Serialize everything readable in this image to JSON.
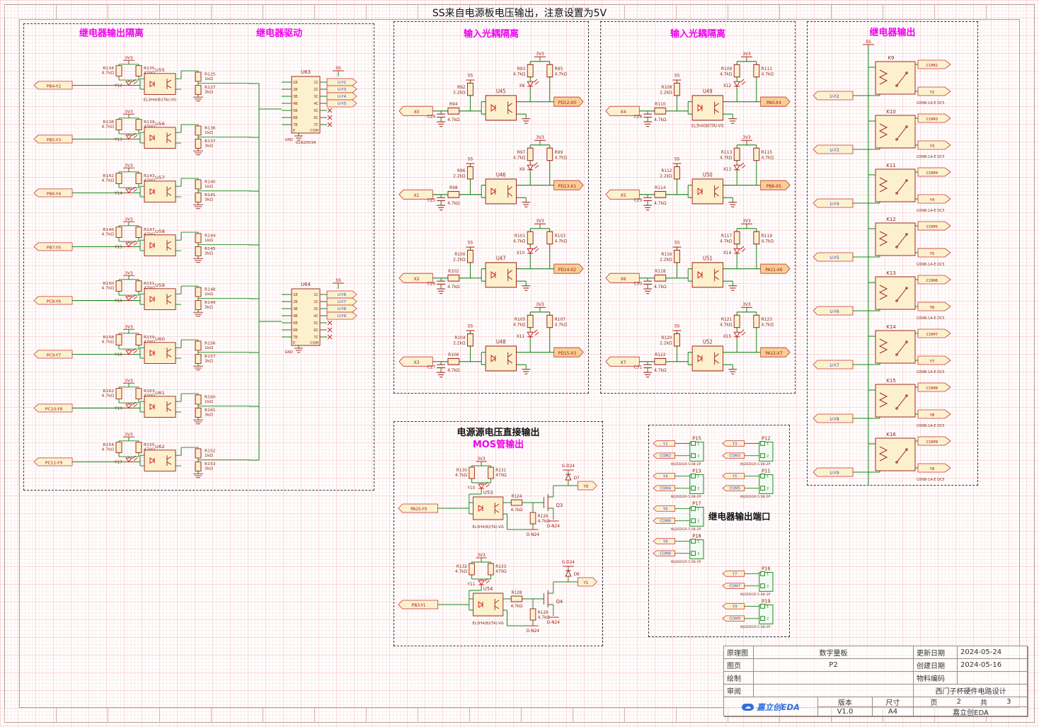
{
  "note": "SS来自电源板电压输出，注意设置为5V",
  "left_box": {
    "title_iso": "继电器输出隔离",
    "title_drv": "继电器驱动",
    "rows": [
      {
        "port": "PB4-Y2",
        "led": "Y12",
        "pwr": "3V3",
        "r1": "R134",
        "r1v": "4.7kΩ",
        "r2": "R135",
        "r2v": "470Ω",
        "opto": "U55",
        "part": "EL3H4(B)(TA)-VG",
        "r3": "R125",
        "r3v": "1kΩ",
        "r4": "R127",
        "r4v": "3kΩ"
      },
      {
        "port": "PB5-Y3",
        "led": "Y13",
        "pwr": "3V3",
        "r1": "R138",
        "r1v": "4.7kΩ",
        "r2": "R139",
        "r2v": "470Ω",
        "opto": "U56",
        "part": "",
        "r3": "R136",
        "r3v": "1kΩ",
        "r4": "R137",
        "r4v": "3kΩ"
      },
      {
        "port": "PB6-Y4",
        "led": "Y14",
        "pwr": "3V3",
        "r1": "R142",
        "r1v": "4.7kΩ",
        "r2": "R143",
        "r2v": "470Ω",
        "opto": "U57",
        "part": "",
        "r3": "R140",
        "r3v": "1kΩ",
        "r4": "R141",
        "r4v": "3kΩ"
      },
      {
        "port": "PB7-Y5",
        "led": "Y15",
        "pwr": "3V3",
        "r1": "R146",
        "r1v": "4.7kΩ",
        "r2": "R147",
        "r2v": "470Ω",
        "opto": "U58",
        "part": "",
        "r3": "R144",
        "r3v": "1kΩ",
        "r4": "R145",
        "r4v": "3kΩ"
      },
      {
        "port": "PC8-Y6",
        "led": "Y16",
        "pwr": "3V3",
        "r1": "R150",
        "r1v": "4.7kΩ",
        "r2": "R151",
        "r2v": "470Ω",
        "opto": "U59",
        "part": "",
        "r3": "R148",
        "r3v": "1kΩ",
        "r4": "R149",
        "r4v": "3kΩ"
      },
      {
        "port": "PC9-Y7",
        "led": "Y18",
        "pwr": "3V3",
        "r1": "R158",
        "r1v": "4.7kΩ",
        "r2": "R159",
        "r2v": "470Ω",
        "opto": "U60",
        "part": "",
        "r3": "R156",
        "r3v": "1kΩ",
        "r4": "R157",
        "r4v": "3kΩ"
      },
      {
        "port": "PC10-Y8",
        "led": "Y19",
        "pwr": "3V3",
        "r1": "R162",
        "r1v": "4.7kΩ",
        "r2": "R163",
        "r2v": "470Ω",
        "opto": "U61",
        "part": "",
        "r3": "R160",
        "r3v": "1kΩ",
        "r4": "R161",
        "r4v": "3kΩ"
      },
      {
        "port": "PC11-Y9",
        "led": "Y17",
        "pwr": "3V3",
        "r1": "R154",
        "r1v": "4.7kΩ",
        "r2": "R155",
        "r2v": "470Ω",
        "opto": "U62",
        "part": "",
        "r3": "R152",
        "r3v": "1kΩ",
        "r4": "R153",
        "r4v": "3kΩ"
      }
    ],
    "drivers": [
      {
        "name": "U63",
        "part": "ULN2003A",
        "pwr": "SS",
        "gnd": "GND",
        "pin_e": "E",
        "pin_com": "COM",
        "pins_l": [
          "1B",
          "2B",
          "3B",
          "4B",
          "5B",
          "6B",
          "7B"
        ],
        "pins_r": [
          "1C",
          "2C",
          "3C",
          "4C",
          "5C",
          "6C",
          "7C"
        ],
        "outs": [
          "U-Y2",
          "U-Y3",
          "U-Y4",
          "U-Y5"
        ]
      },
      {
        "name": "U64",
        "part": "",
        "pwr": "SS",
        "gnd": "GND",
        "pin_e": "E",
        "pin_com": "COM",
        "pins_l": [
          "1B",
          "2B",
          "3B",
          "4B",
          "5B",
          "6B",
          "7B"
        ],
        "pins_r": [
          "1C",
          "2C",
          "3C",
          "4C",
          "5C",
          "6C",
          "7C"
        ],
        "outs": [
          "U-Y6",
          "U-Y7",
          "U-Y8",
          "U-Y9"
        ]
      }
    ]
  },
  "opto_box1": {
    "title": "输入光耦隔离",
    "rows": [
      {
        "in": "X0",
        "cap": "C24",
        "rs": "R94",
        "rsv": "4.7kΩ",
        "rp": "R92",
        "rpv": "2.2kΩ",
        "ss": "SS",
        "pwr": "3V3",
        "ru1": "R93",
        "ru1v": "4.7kΩ",
        "ru2": "R95",
        "ru2v": "4.7kΩ",
        "opto": "U45",
        "part": "",
        "led": "X8",
        "out": "PD12-X0"
      },
      {
        "in": "X1",
        "cap": "C25",
        "rs": "R98",
        "rsv": "4.7kΩ",
        "rp": "R96",
        "rpv": "2.2kΩ",
        "ss": "SS",
        "pwr": "3V3",
        "ru1": "R97",
        "ru1v": "4.7kΩ",
        "ru2": "R99",
        "ru2v": "4.7kΩ",
        "opto": "U46",
        "part": "",
        "led": "X9",
        "out": "PD13-X1"
      },
      {
        "in": "X2",
        "cap": "C26",
        "rs": "R102",
        "rsv": "4.7kΩ",
        "rp": "R100",
        "rpv": "2.2kΩ",
        "ss": "SS",
        "pwr": "3V3",
        "ru1": "R101",
        "ru1v": "4.7kΩ",
        "ru2": "R103",
        "ru2v": "4.7kΩ",
        "opto": "U47",
        "part": "",
        "led": "X10",
        "out": "PD14-X2"
      },
      {
        "in": "X3",
        "cap": "C27",
        "rs": "R106",
        "rsv": "4.7kΩ",
        "rp": "R104",
        "rpv": "2.2kΩ",
        "ss": "SS",
        "pwr": "3V3",
        "ru1": "R105",
        "ru1v": "4.7kΩ",
        "ru2": "R107",
        "ru2v": "4.7kΩ",
        "opto": "U48",
        "part": "",
        "led": "X11",
        "out": "PD15-X3"
      }
    ]
  },
  "opto_box2": {
    "title": "输入光耦隔离",
    "rows": [
      {
        "in": "X4",
        "cap": "C28",
        "rs": "R110",
        "rsv": "4.7kΩ",
        "rp": "R108",
        "rpv": "2.2kΩ",
        "ss": "SS",
        "pwr": "3V3",
        "ru1": "R109",
        "ru1v": "4.7kΩ",
        "ru2": "R111",
        "ru2v": "4.7kΩ",
        "opto": "U49",
        "part": "EL3H4(B)(TA)-VG",
        "led": "X12",
        "out": "PA0-X4"
      },
      {
        "in": "X5",
        "cap": "C29",
        "rs": "R114",
        "rsv": "4.7kΩ",
        "rp": "R112",
        "rpv": "2.2kΩ",
        "ss": "SS",
        "pwr": "3V3",
        "ru1": "R113",
        "ru1v": "4.7kΩ",
        "ru2": "R115",
        "ru2v": "4.7kΩ",
        "opto": "U50",
        "part": "",
        "led": "X13",
        "out": "PB6-X5"
      },
      {
        "in": "X6",
        "cap": "C30",
        "rs": "R118",
        "rsv": "4.7kΩ",
        "rp": "R116",
        "rpv": "2.2kΩ",
        "ss": "SS",
        "pwr": "3V3",
        "ru1": "R117",
        "ru1v": "4.7kΩ",
        "ru2": "R119",
        "ru2v": "4.7kΩ",
        "opto": "U51",
        "part": "",
        "led": "X14",
        "out": "PA11-X6"
      },
      {
        "in": "X7",
        "cap": "C31",
        "rs": "R122",
        "rsv": "4.7kΩ",
        "rp": "R120",
        "rpv": "2.2kΩ",
        "ss": "SS",
        "pwr": "3V3",
        "ru1": "R121",
        "ru1v": "4.7kΩ",
        "ru2": "R123",
        "ru2v": "4.7kΩ",
        "opto": "U52",
        "part": "",
        "led": "X15",
        "out": "PA12-X7"
      }
    ]
  },
  "relay_box": {
    "title": "继电器输出",
    "pwr": "SS",
    "rows": [
      {
        "name": "K9",
        "part": "G5NB-1A-E DC5",
        "in": "U-Y2",
        "com": "COM2",
        "out": "Y2"
      },
      {
        "name": "K10",
        "part": "G5NB-1A-E DC5",
        "in": "U-Y3",
        "com": "COM3",
        "out": "Y3"
      },
      {
        "name": "K11",
        "part": "G5NB-1A-E DC5",
        "in": "U-Y4",
        "com": "COM4",
        "out": "Y4"
      },
      {
        "name": "K12",
        "part": "G5NB-1A-E DC5",
        "in": "U-Y5",
        "com": "COM5",
        "out": "Y5"
      },
      {
        "name": "K13",
        "part": "G5NB-1A-E DC5",
        "in": "U-Y6",
        "com": "COM6",
        "out": "Y6"
      },
      {
        "name": "K14",
        "part": "G5NB-1A-E DC5",
        "in": "U-Y7",
        "com": "COM7",
        "out": "Y7"
      },
      {
        "name": "K15",
        "part": "G5NB-1A-E DC5",
        "in": "U-Y8",
        "com": "COM8",
        "out": "Y8"
      },
      {
        "name": "K16",
        "part": "G5NB-1A-E DC5",
        "in": "U-Y9",
        "com": "COM9",
        "out": "Y9"
      }
    ]
  },
  "mos_box": {
    "title": "电源源电压直接输出",
    "subtitle": "MOS管输出",
    "rows": [
      {
        "port": "PA15-Y0",
        "led": "Y10",
        "pwr": "3V3",
        "r1": "R130",
        "r1v": "4.7kΩ",
        "r2": "R131",
        "r2v": "470Ω",
        "opto": "U53",
        "part": "EL3H4(B)(TA)-VG",
        "rg": "R124",
        "rgv": "4.7kΩ",
        "rp": "R126",
        "rpv": "4.7kΩ",
        "q": "Q3",
        "d": "D7",
        "vtop": "G-D24",
        "vbot": "D-N24",
        "out": "Y0"
      },
      {
        "port": "PB3-Y1",
        "led": "Y11",
        "pwr": "3V3",
        "r1": "R132",
        "r1v": "4.7kΩ",
        "r2": "R133",
        "r2v": "470Ω",
        "opto": "U54",
        "part": "EL3H4(B)(TA)-VG",
        "rg": "R128",
        "rgv": "4.7kΩ",
        "rp": "R129",
        "rpv": "4.7kΩ",
        "q": "Q4",
        "d": "D8",
        "vtop": "G-D24",
        "vbot": "D-N24",
        "out": "Y1"
      }
    ]
  },
  "conn_box": {
    "title": "继电器输出端口",
    "pin1": "1",
    "pin2": "2",
    "left": [
      {
        "name": "P15",
        "part": "WJ2EDGR-5.08-2P",
        "net1": "Y2",
        "net2": "COM2"
      },
      {
        "name": "P13",
        "part": "WJ2EDGR-5.08-2P",
        "net1": "Y4",
        "net2": "COM4"
      },
      {
        "name": "P17",
        "part": "WJ2EDGR-5.08-2P",
        "net1": "Y6",
        "net2": "COM6"
      },
      {
        "name": "P18",
        "part": "WJ2EDGR-5.08-2P",
        "net1": "Y8",
        "net2": "COM8"
      }
    ],
    "right_top": [
      {
        "name": "P12",
        "part": "WJ2EDGR-5.08-2P",
        "net1": "Y3",
        "net2": "COM3"
      },
      {
        "name": "P11",
        "part": "WJ2EDGR-5.08-2P",
        "net1": "Y5",
        "net2": "COM5"
      }
    ],
    "right_bottom": [
      {
        "name": "P16",
        "part": "WJ2EDGR-5.08-2P",
        "net1": "Y7",
        "net2": "COM7"
      },
      {
        "name": "P19",
        "part": "WJ2EDGR-5.08-2P",
        "net1": "Y9",
        "net2": "COM9"
      }
    ]
  },
  "title_block": {
    "r1l": "原理图",
    "r1v": "数字量板",
    "r1rl": "更新日期",
    "r1rv": "2024-05-24",
    "r2l": "图页",
    "r2v": "P2",
    "r2rl": "创建日期",
    "r2rv": "2024-05-16",
    "r3l": "绘制",
    "r3v": "",
    "r3rl": "物料编码",
    "r3rv": "",
    "r4l": "审阅",
    "r4v": "",
    "project": "西门子杯硬件电路设计",
    "ver_l": "版本",
    "ver": "V1.0",
    "size_l": "尺寸",
    "size": "A4",
    "page_l": "页",
    "page": "2",
    "of_l": "共",
    "total": "3",
    "vendor": "嘉立创EDA",
    "logo_text": "嘉立创EDA"
  }
}
